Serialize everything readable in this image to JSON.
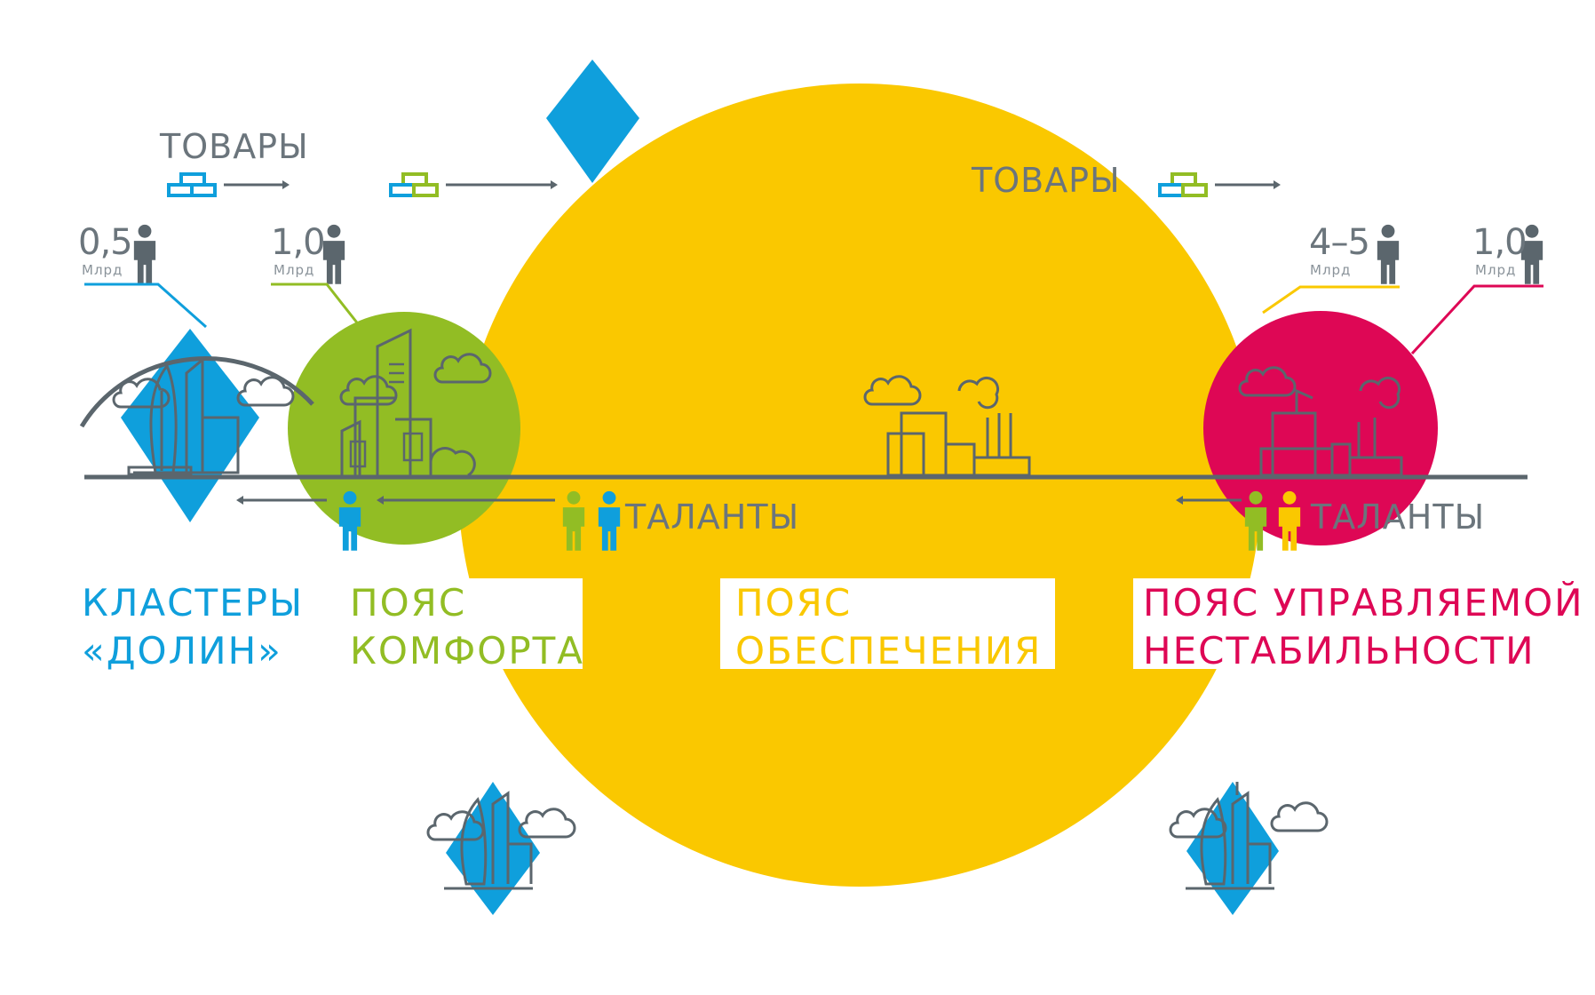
{
  "colors": {
    "blue": "#0f9fdc",
    "green": "#92bd24",
    "yellow": "#fac800",
    "crimson": "#de0755",
    "gray": "#5b666d"
  },
  "flows": {
    "goods_label": "ТОВАРЫ",
    "talents_label": "ТАЛАНТЫ"
  },
  "populations": [
    {
      "value": "0,5",
      "unit": "Млрд"
    },
    {
      "value": "1,0",
      "unit": "Млрд"
    },
    {
      "value": "4–5",
      "unit": "Млрд"
    },
    {
      "value": "1,0",
      "unit": "Млрд"
    }
  ],
  "zones": [
    {
      "line1": "КЛАСТЕРЫ",
      "line2": "«ДОЛИН»"
    },
    {
      "line1": "ПОЯС",
      "line2": "КОМФОРТА"
    },
    {
      "line1": "ПОЯС",
      "line2": "ОБЕСПЕЧЕНИЯ"
    },
    {
      "line1": "ПОЯС УПРАВЛЯЕМОЙ",
      "line2": "НЕСТАБИЛЬНОСТИ"
    }
  ],
  "icons": [
    "diamond-icon",
    "brick-icon",
    "person-icon",
    "arrow-left-icon",
    "arrow-right-icon",
    "skyscraper-icon",
    "cloud-icon",
    "factory-icon",
    "dome-icon"
  ]
}
